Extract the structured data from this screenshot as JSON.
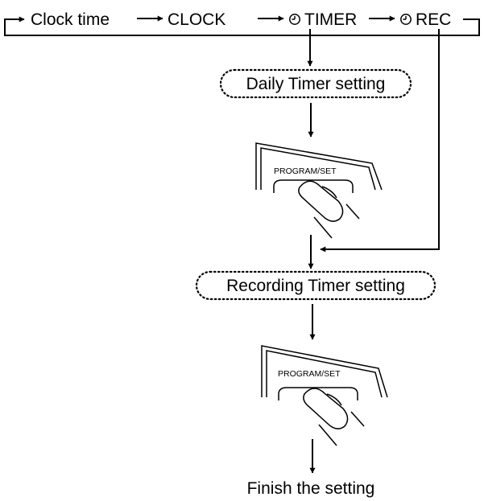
{
  "cycle": {
    "items": [
      {
        "label": "Clock time",
        "icon": ""
      },
      {
        "label": "CLOCK",
        "icon": ""
      },
      {
        "label": "TIMER",
        "icon": "clock-icon"
      },
      {
        "label": "REC",
        "icon": "clock-icon"
      }
    ]
  },
  "steps": {
    "daily_timer": "Daily Timer setting",
    "recording_timer": "Recording Timer setting",
    "finish": "Finish the setting"
  },
  "buttons": {
    "program_set_1": "PROGRAM/SET",
    "program_set_2": "PROGRAM/SET"
  }
}
